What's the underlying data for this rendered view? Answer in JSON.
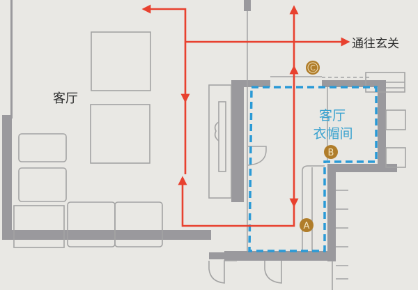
{
  "diagram": {
    "type": "floor-plan",
    "labels": {
      "living_room": "客厅",
      "cloakroom_line1": "客厅",
      "cloakroom_line2": "衣帽间",
      "to_entrance": "通往玄关"
    },
    "markers": [
      {
        "id": "A",
        "label": "A"
      },
      {
        "id": "B",
        "label": "B"
      },
      {
        "id": "C",
        "label": "C"
      }
    ],
    "colors": {
      "background": "#e9e8e4",
      "wall": "#9a999d",
      "furniture_line": "#a3a3a3",
      "route": "#e8412f",
      "zone_dash": "#2a9ad6",
      "zone_text": "#3aa2cf",
      "marker": "#b07d2a",
      "marker_text": "#f3e6c4",
      "text": "#2b2b2b"
    }
  }
}
